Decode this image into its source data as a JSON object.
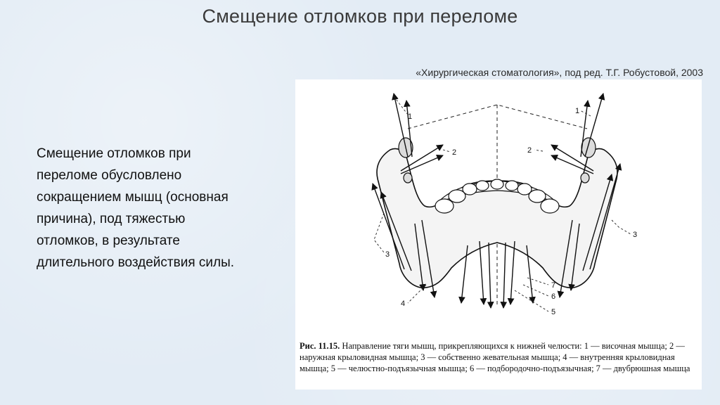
{
  "slide": {
    "title": "Смещение отломков при переломе",
    "source": "«Хирургическая стоматология», под ред. Т.Г. Робустовой, 2003",
    "body": "Смещение отломков при переломе обусловлено сокращением мышц (основная причина), под тяжестью отломков, в результате длительного воздействия силы."
  },
  "figure": {
    "caption_label": "Рис. 11.15.",
    "caption_text": "Направление тяги мышц, прикрепляющихся к нижней челюсти: 1 — височная мышца; 2 — наружная крыловидная мышца; 3 — собственно жевательная мышца; 4 — внутренняя крыловидная мышца; 5 — челюстно-подъязычная мышца; 6 — подбородочно-подъязычная; 7 — двубрюшная мышца",
    "labels": {
      "l1_left": "1",
      "l1_right": "1",
      "l2_left": "2",
      "l2_right": "2",
      "l3_left": "3",
      "l3_right": "3",
      "l4": "4",
      "l5": "5",
      "l6": "6",
      "l7": "7"
    }
  }
}
